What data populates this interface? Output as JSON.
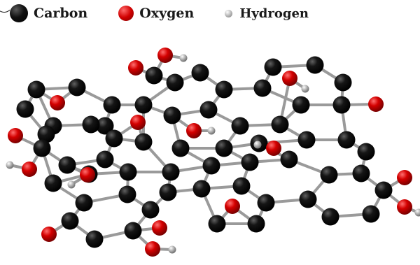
{
  "legend": {
    "carbon_label": "Carbon",
    "oxygen_label": "Oxygen",
    "hydrogen_label": "Hydrogen"
  },
  "colors": {
    "carbon": "#111111",
    "oxygen": "#d10000",
    "hydrogen": "#a8a8a8",
    "bond": "#9a9a9a"
  }
}
